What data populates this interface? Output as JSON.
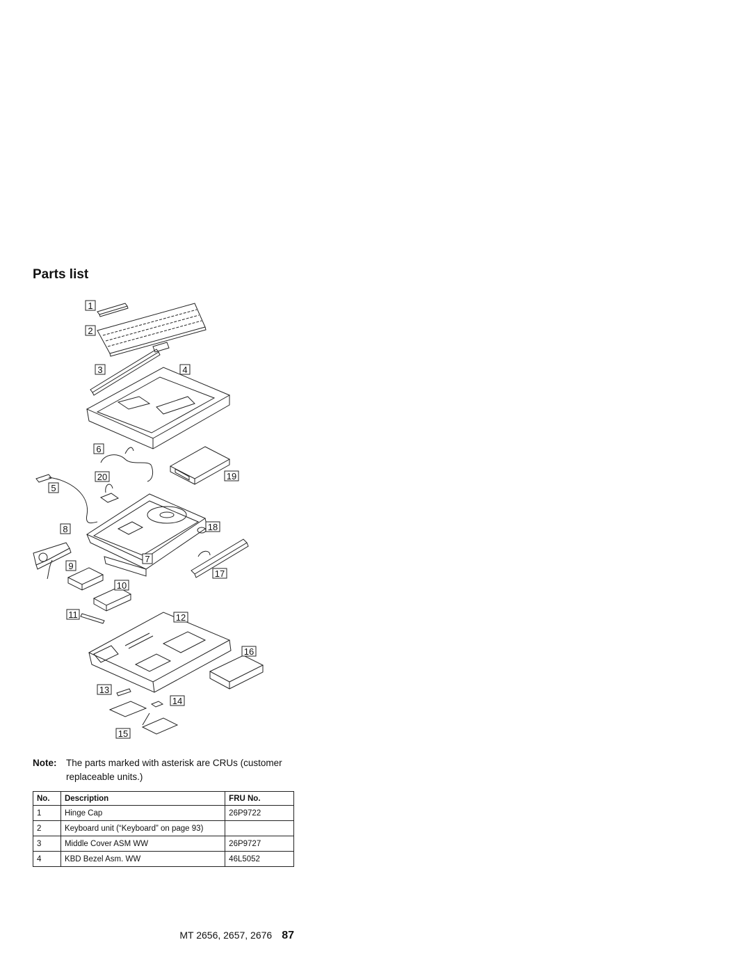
{
  "heading": "Parts list",
  "figure": {
    "callouts": [
      "1",
      "2",
      "3",
      "4",
      "5",
      "6",
      "7",
      "8",
      "9",
      "10",
      "11",
      "12",
      "13",
      "14",
      "15",
      "16",
      "17",
      "18",
      "19",
      "20"
    ]
  },
  "note": {
    "label": "Note:",
    "text": "The parts marked with asterisk are CRUs (customer replaceable units.)"
  },
  "table": {
    "headers": [
      "No.",
      "Description",
      "FRU No."
    ],
    "rows": [
      {
        "no": "1",
        "description": "Hinge Cap",
        "fru": "26P9722"
      },
      {
        "no": "2",
        "description": "Keyboard unit (“Keyboard” on page 93)",
        "fru": ""
      },
      {
        "no": "3",
        "description": "Middle Cover ASM WW",
        "fru": "26P9727"
      },
      {
        "no": "4",
        "description": "KBD Bezel Asm. WW",
        "fru": "46L5052"
      }
    ]
  },
  "footer": {
    "model": "MT 2656, 2657, 2676",
    "page": "87"
  }
}
